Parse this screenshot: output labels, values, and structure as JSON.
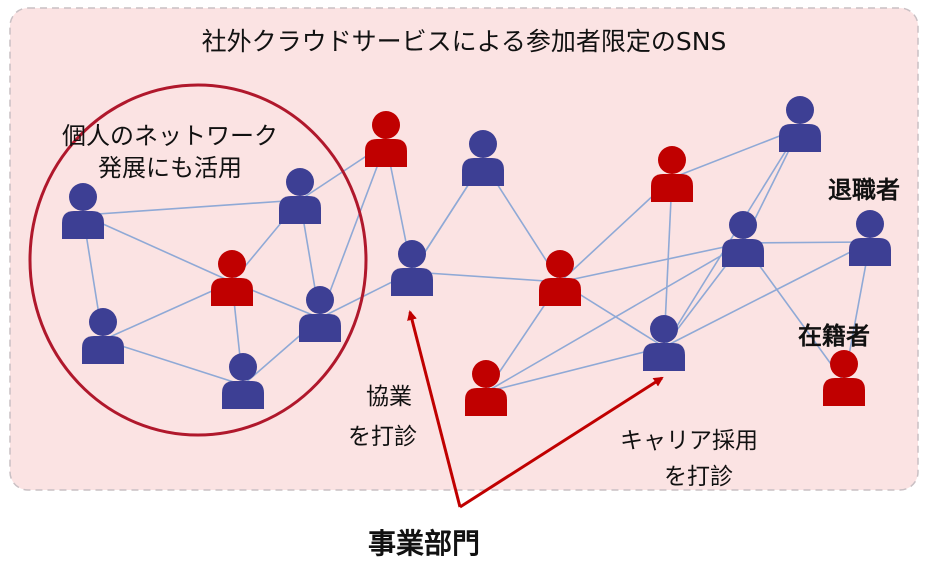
{
  "diagram": {
    "title": "社外クラウドサービスによる参加者限定のSNS",
    "circle_note_line1": "個人のネットワーク",
    "circle_note_line2": "発展にも活用",
    "label_retired": "退職者",
    "label_current": "在籍者",
    "label_collab_line1": "協業",
    "label_collab_line2": "を打診",
    "label_career_line1": "キャリア採用",
    "label_career_line2": "を打診",
    "label_department": "事業部門"
  },
  "colors": {
    "background": "#fbe3e3",
    "border": "#c9c0c4",
    "blue_person": "#3d3f94",
    "red_person": "#c00000",
    "link_line": "#8fa9d6",
    "circle_outline": "#b0182c",
    "arrow": "#c00000"
  },
  "nodes": [
    {
      "id": "n1",
      "color": "blue"
    },
    {
      "id": "n2",
      "color": "blue"
    },
    {
      "id": "n3",
      "color": "red"
    },
    {
      "id": "n4",
      "color": "blue"
    },
    {
      "id": "n5",
      "color": "blue"
    },
    {
      "id": "n6",
      "color": "blue"
    },
    {
      "id": "n7",
      "color": "red"
    },
    {
      "id": "n8",
      "color": "blue"
    },
    {
      "id": "n9",
      "color": "blue"
    },
    {
      "id": "n10",
      "color": "red"
    },
    {
      "id": "n11",
      "color": "red"
    },
    {
      "id": "n12",
      "color": "red"
    },
    {
      "id": "n13",
      "color": "blue"
    },
    {
      "id": "n14",
      "color": "blue"
    },
    {
      "id": "n15",
      "color": "blue"
    },
    {
      "id": "n16",
      "color": "blue"
    },
    {
      "id": "n17",
      "color": "red"
    }
  ],
  "edges": [
    [
      "n1",
      "n2"
    ],
    [
      "n1",
      "n4"
    ],
    [
      "n1",
      "n3"
    ],
    [
      "n2",
      "n3"
    ],
    [
      "n2",
      "n6"
    ],
    [
      "n2",
      "n7"
    ],
    [
      "n3",
      "n4"
    ],
    [
      "n3",
      "n5"
    ],
    [
      "n3",
      "n6"
    ],
    [
      "n4",
      "n5"
    ],
    [
      "n5",
      "n6"
    ],
    [
      "n6",
      "n9"
    ],
    [
      "n6",
      "n7"
    ],
    [
      "n7",
      "n9"
    ],
    [
      "n8",
      "n9"
    ],
    [
      "n8",
      "n10"
    ],
    [
      "n9",
      "n10"
    ],
    [
      "n9",
      "n8"
    ],
    [
      "n10",
      "n11"
    ],
    [
      "n10",
      "n14"
    ],
    [
      "n10",
      "n15"
    ],
    [
      "n10",
      "n12"
    ],
    [
      "n12",
      "n13"
    ],
    [
      "n12",
      "n15"
    ],
    [
      "n13",
      "n14"
    ],
    [
      "n11",
      "n14"
    ],
    [
      "n15",
      "n14"
    ],
    [
      "n11",
      "n15"
    ],
    [
      "n13",
      "n15"
    ],
    [
      "n14",
      "n16"
    ],
    [
      "n14",
      "n17"
    ],
    [
      "n15",
      "n16"
    ],
    [
      "n16",
      "n17"
    ]
  ]
}
